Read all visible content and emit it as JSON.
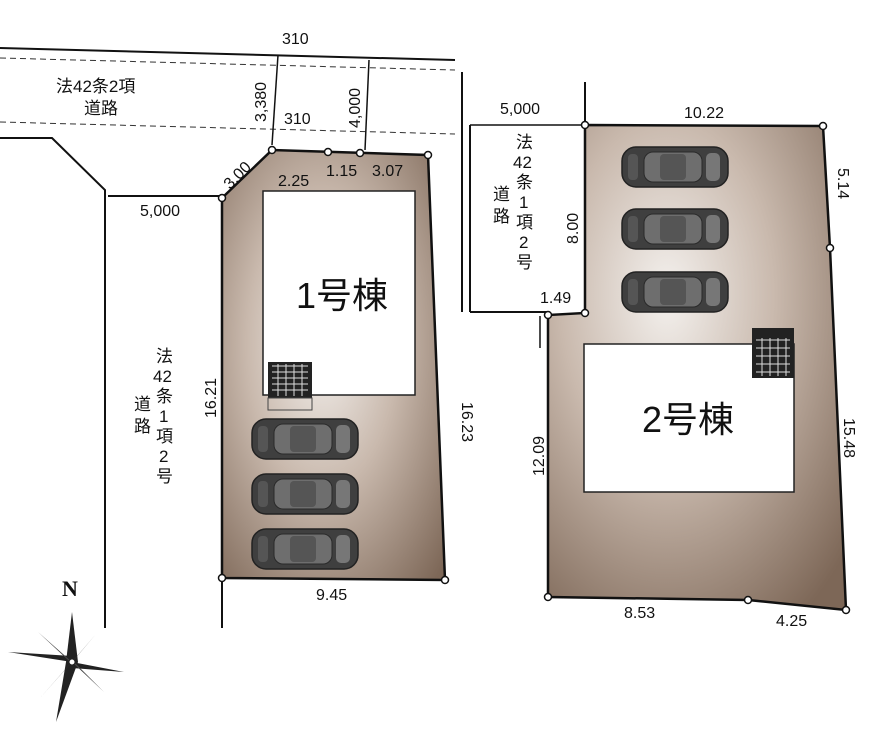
{
  "buildings": {
    "one": "1号棟",
    "two": "2号棟"
  },
  "roads": {
    "top": [
      "法42条2項",
      "道路"
    ],
    "left_chars": [
      "法",
      "42",
      "条",
      "1",
      "項",
      "道",
      "路",
      "2",
      "号"
    ],
    "mid_chars": [
      "法",
      "42",
      "条",
      "1",
      "項",
      "道",
      "路",
      "2",
      "号"
    ]
  },
  "dims": {
    "top_offset_a": "310",
    "top_offset_b": "310",
    "road_width_a": "3,380",
    "road_width_b": "4,000",
    "left_road_width": "5,000",
    "mid_road_width": "5,000",
    "corner_cut": "3.00",
    "front_a": "2.25",
    "front_b": "1.15",
    "front_c": "3.07",
    "lot1_left": "16.21",
    "lot1_right": "16.23",
    "lot1_bottom": "9.45",
    "lot2_top": "10.22",
    "lot2_right_top": "5.14",
    "lot2_left_upper": "8.00",
    "lot2_step": "1.49",
    "lot2_left_lower": "12.09",
    "lot2_right_lower": "15.48",
    "lot2_bottom_a": "8.53",
    "lot2_bottom_b": "4.25"
  },
  "compass": {
    "label": "N"
  },
  "colors": {
    "lot": "#8a7565",
    "lot_light": "#f2eeea",
    "building": "#ffffff",
    "car": "#4a4a4a"
  }
}
